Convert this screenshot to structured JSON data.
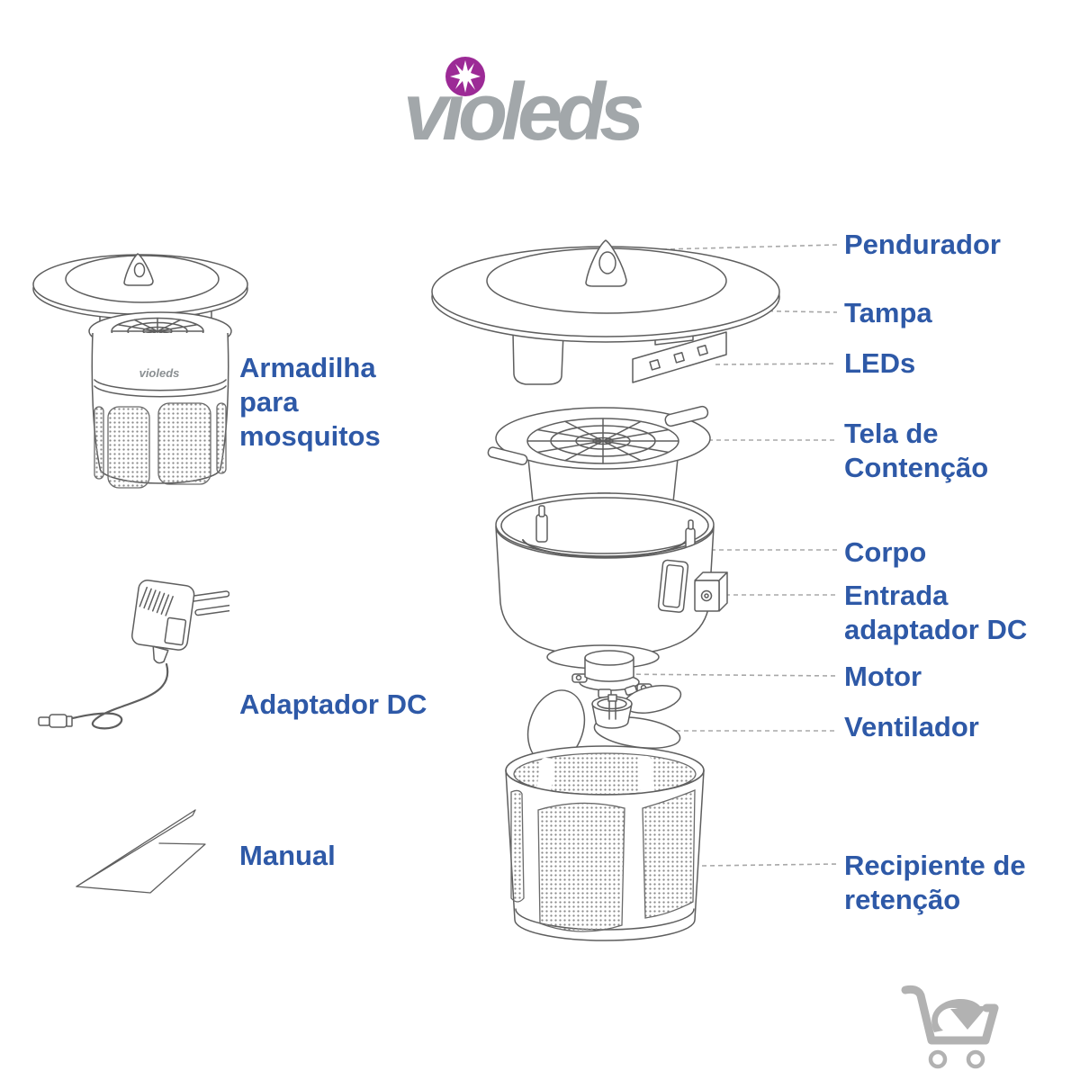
{
  "brand": {
    "name": "violeds",
    "logo_text": "vıoleds",
    "trap_body_text": "violeds"
  },
  "icons": {
    "star": "purple-starburst-logo-mark",
    "cart": "add-to-cart"
  },
  "colors": {
    "label_blue": "#2e59a7",
    "logo_gray": "#a2a7aa",
    "star_purple": "#9c2a96",
    "line_art_gray": "#5e5e5e",
    "leader_gray": "#a8a8a8",
    "cart_gray": "#b2b2b2"
  },
  "left_items": [
    {
      "id": "trap",
      "lines": [
        "Armadilha",
        "para",
        "mosquitos"
      ]
    },
    {
      "id": "adapter",
      "lines": [
        "Adaptador DC"
      ]
    },
    {
      "id": "manual",
      "lines": [
        "Manual"
      ]
    }
  ],
  "part_labels": [
    {
      "id": "pendurador",
      "lines": [
        "Pendurador"
      ]
    },
    {
      "id": "tampa",
      "lines": [
        "Tampa"
      ]
    },
    {
      "id": "leds",
      "lines": [
        "LEDs"
      ]
    },
    {
      "id": "tela",
      "lines": [
        "Tela de",
        "Contenção"
      ]
    },
    {
      "id": "corpo",
      "lines": [
        "Corpo"
      ]
    },
    {
      "id": "entrada",
      "lines": [
        "Entrada",
        "adaptador DC"
      ]
    },
    {
      "id": "motor",
      "lines": [
        "Motor"
      ]
    },
    {
      "id": "ventilador",
      "lines": [
        "Ventilador"
      ]
    },
    {
      "id": "recipiente",
      "lines": [
        "Recipiente de",
        "retenção"
      ]
    }
  ]
}
